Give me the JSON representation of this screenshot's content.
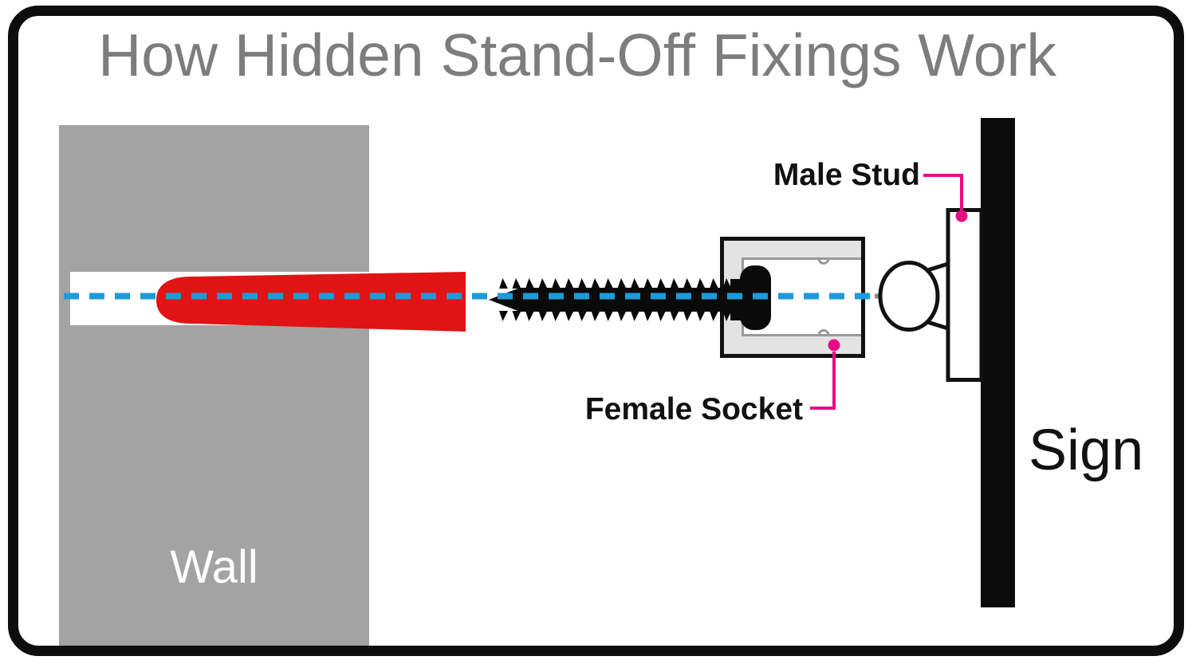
{
  "title": "How Hidden Stand-Off Fixings Work",
  "diagram": {
    "wall_label": "Wall",
    "sign_label": "Sign",
    "callouts": {
      "male_stud": "Male Stud",
      "female_socket": "Female Socket"
    }
  },
  "colors": {
    "frame": "#0d0d0d",
    "title_text": "#7d7d7d",
    "wall": "#a3a3a3",
    "wall_text": "#ffffff",
    "plug_red": "#e01414",
    "centerline_blue": "#1d9bd8",
    "screw_black": "#0a0a0a",
    "socket_fill": "#e3e3e3",
    "socket_cavity_outline": "#9a9a9a",
    "outline_black": "#111111",
    "sign_black": "#0b0b0b",
    "callout_magenta": "#e60d84",
    "label_text": "#111111"
  }
}
